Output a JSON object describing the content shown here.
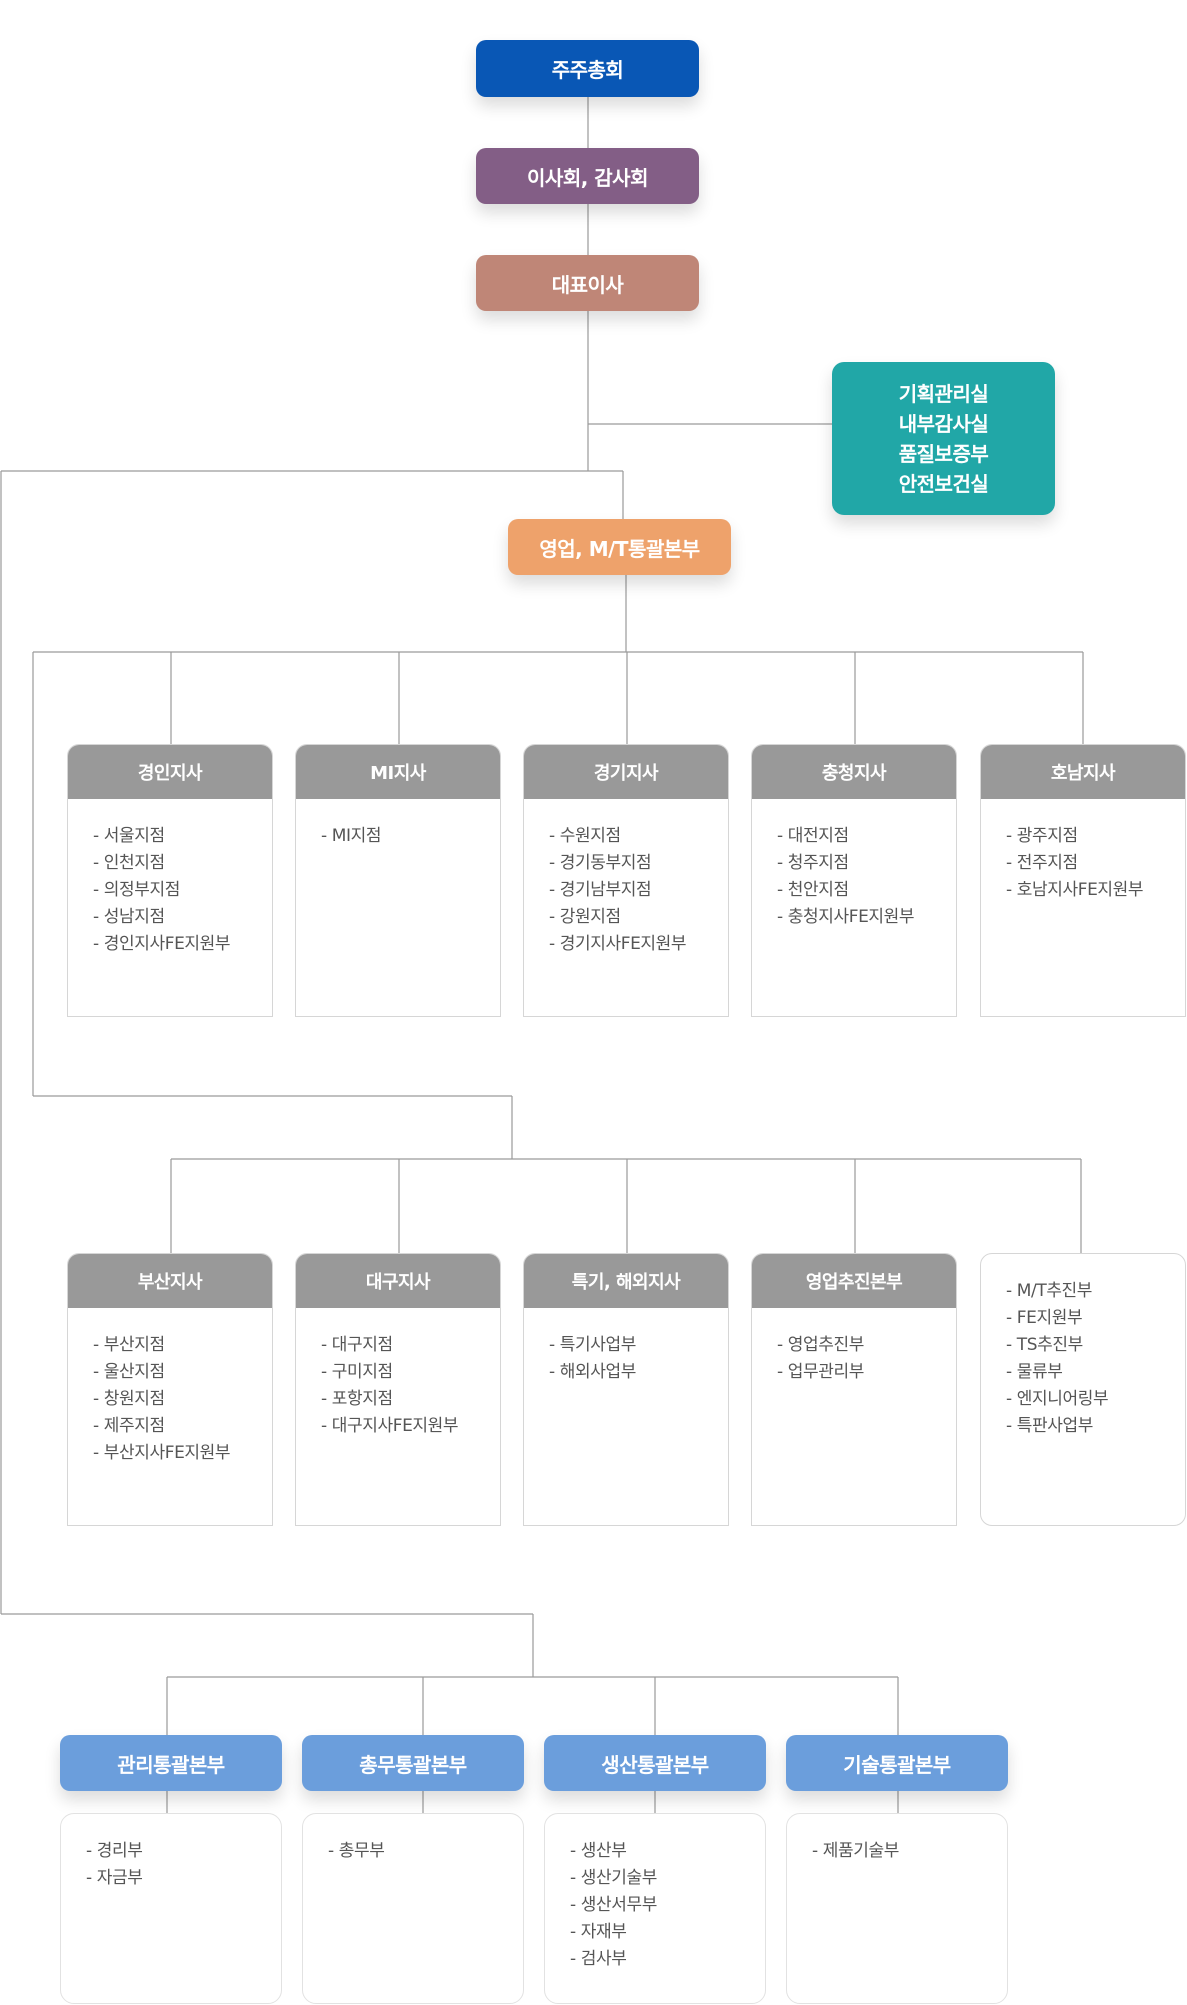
{
  "top": {
    "shareholders": "주주총회",
    "board": "이사회, 감사회",
    "ceo": "대표이사"
  },
  "support_units": [
    "기획관리실",
    "내부감사실",
    "품질보증부",
    "안전보건실"
  ],
  "sales_hq": "영업, M/T통괄본부",
  "branches_row1": [
    {
      "title": "경인지사",
      "items": [
        "- 서울지점",
        "- 인천지점",
        "- 의정부지점",
        "- 성남지점",
        "- 경인지사FE지원부"
      ]
    },
    {
      "title": "MI지사",
      "items": [
        "- MI지점"
      ]
    },
    {
      "title": "경기지사",
      "items": [
        "- 수원지점",
        "- 경기동부지점",
        "- 경기남부지점",
        "- 강원지점",
        "- 경기지사FE지원부"
      ]
    },
    {
      "title": "충청지사",
      "items": [
        "- 대전지점",
        "- 청주지점",
        "- 천안지점",
        "- 충청지사FE지원부"
      ]
    },
    {
      "title": "호남지사",
      "items": [
        "- 광주지점",
        "- 전주지점",
        "- 호남지사FE지원부"
      ]
    }
  ],
  "branches_row2": [
    {
      "title": "부산지사",
      "items": [
        "- 부산지점",
        "- 울산지점",
        "- 창원지점",
        "- 제주지점",
        "- 부산지사FE지원부"
      ]
    },
    {
      "title": "대구지사",
      "items": [
        "- 대구지점",
        "- 구미지점",
        "- 포항지점",
        "- 대구지사FE지원부"
      ]
    },
    {
      "title": "특기, 해외지사",
      "items": [
        "- 특기사업부",
        "- 해외사업부"
      ]
    },
    {
      "title": "영업추진본부",
      "items": [
        "- 영업추진부",
        "- 업무관리부"
      ]
    }
  ],
  "mt_units": [
    "- M/T추진부",
    "- FE지원부",
    "- TS추진부",
    "- 물류부",
    "- 엔지니어링부",
    "- 특판사업부"
  ],
  "headquarters": [
    {
      "title": "관리통괄본부",
      "items": [
        "- 경리부",
        "- 자금부"
      ]
    },
    {
      "title": "총무통괄본부",
      "items": [
        "- 총무부"
      ]
    },
    {
      "title": "생산통괄본부",
      "items": [
        "- 생산부",
        "- 생산기술부",
        "- 생산서무부",
        "- 자재부",
        "- 검사부"
      ]
    },
    {
      "title": "기술통괄본부",
      "items": [
        "- 제품기술부"
      ]
    }
  ],
  "colors": {
    "shareholders": "#0957b5",
    "board": "#835e86",
    "ceo": "#bf8677",
    "support": "#21a7a7",
    "sales": "#eea26b",
    "branch_header": "#999999",
    "headquarters": "#6b9edc",
    "line": "#9a9a9a"
  }
}
